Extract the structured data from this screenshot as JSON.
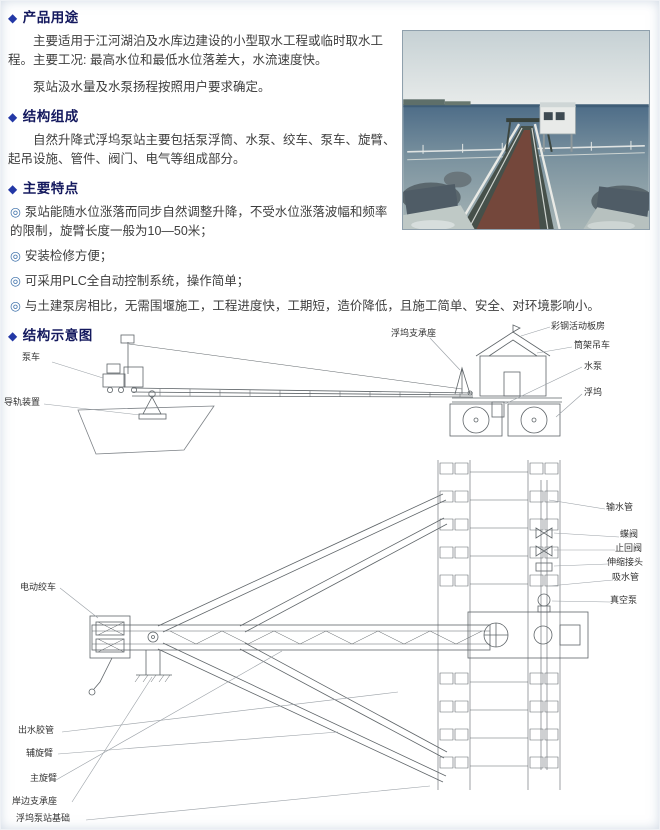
{
  "icons": {
    "diamond": "◆",
    "feature_bullet": "◎"
  },
  "colors": {
    "heading": "#14195e",
    "diamond": "#2338a6",
    "bullet": "#3a6ea8",
    "body_text": "#3e3e3e",
    "drawing_line": "#5f6569"
  },
  "sections": {
    "usage": {
      "title": "产品用途",
      "p1": "主要适用于江河湖泊及水库边建设的小型取水工程或临时取水工程。主要工况: 最高水位和最低水位落差大，水流速度快。",
      "p2": "泵站汲水量及水泵扬程按照用户要求确定。"
    },
    "composition": {
      "title": "结构组成",
      "p1": "自然升降式浮坞泵站主要包括泵浮筒、水泵、绞车、泵车、旋臂、起吊设施、管件、阀门、电气等组成部分。"
    },
    "features": {
      "title": "主要特点",
      "items": [
        "泵站能随水位涨落而同步自然调整升降，不受水位涨落波幅和频率的限制，旋臂长度一般为10—50米；",
        "安装检修方便；",
        "可采用PLC全自动控制系统，操作简单；",
        "与土建泵房相比，无需围堰施工，工程进度快，工期短，造价降低，且施工简单、安全、对环境影响小。"
      ]
    },
    "schematic": {
      "title": "结构示意图"
    }
  },
  "diagram_top": {
    "labels": {
      "pump_truck": "泵车",
      "guide_rail": "导轨装置",
      "dock_support": "浮坞支承座",
      "steel_cabin": "彩钢活动板房",
      "frame_crane": "筒架吊车",
      "water_pump": "水泵",
      "floating_dock": "浮坞"
    }
  },
  "diagram_plan": {
    "labels": {
      "water_pipe": "输水管",
      "butterfly_valve": "蝶阀",
      "check_valve": "止回阀",
      "expansion_joint": "伸缩接头",
      "suction_pipe": "吸水管",
      "vacuum_pump": "真空泵",
      "electric_winch": "电动绞车",
      "outlet_hose": "出水胶管",
      "aux_arm": "辅旋臂",
      "main_arm": "主旋臂",
      "bank_support": "岸边支承座",
      "station_base": "浮坞泵站基础"
    }
  }
}
